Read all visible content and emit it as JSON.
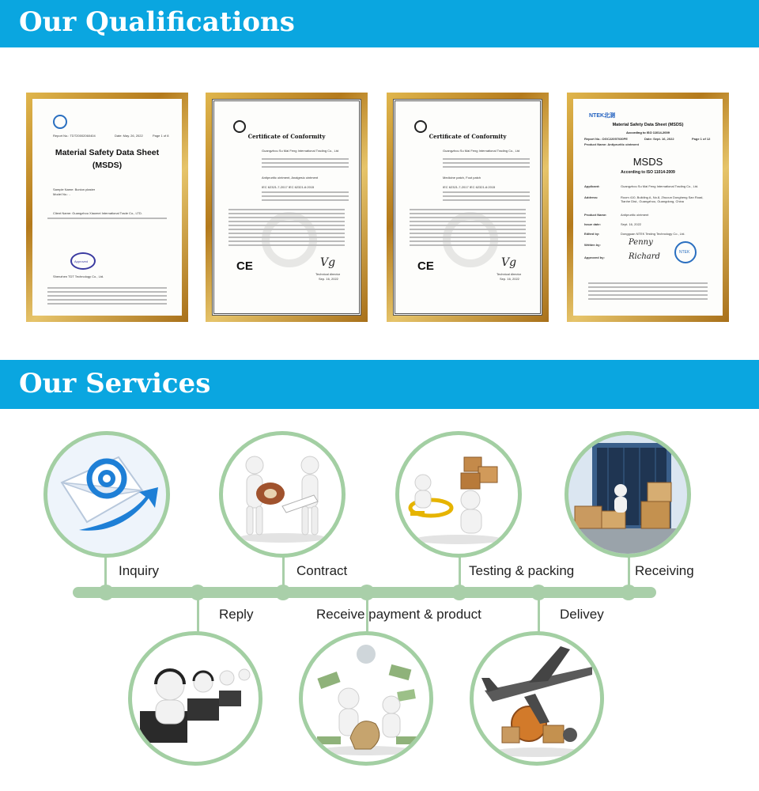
{
  "qualifications": {
    "title": "Our Qualifications",
    "certificates": [
      {
        "report_no": "Report No.: TDT20002060404",
        "date": "Date: May. 26, 2022",
        "page": "Page 1 of 8",
        "title_line1": "Material Safety Data Sheet",
        "title_line2": "(MSDS)",
        "sample_name": "Sample Name: Bunion plaster",
        "model_no": "Model No.: -",
        "client_name": "Client Name: Guangzhou Xiaomei International Trade Co., LTD.",
        "stamp_text": "Approved",
        "issuer": "Shenzhen TDT Technology Co., Ltd."
      },
      {
        "title": "Certificate of Conformity",
        "applicant": "Guangzhou Su Mai Feng International Trading Co., Ltd",
        "sample_name": "Antipruritic ointment, Analgesic ointment",
        "standards": "IEC 62321-7-2017   IEC 62321-6:2015",
        "signer": "Technical director",
        "date": "Sep. 16, 2022"
      },
      {
        "title": "Certificate of Conformity",
        "applicant": "Guangzhou Su Mai Feng International Trading Co., Ltd",
        "sample_name": "Medicine patch, Foot patch",
        "standards": "IEC 62321-7-2017   IEC 62321-6:2015",
        "signer": "Technical director",
        "date": "Sep. 16, 2022"
      },
      {
        "brand": "NTEK北测",
        "title": "Material Safety Data Sheet (MSDS)",
        "subtitle": "According to ISO 11014-2009",
        "report_no": "Report No.: DGC22097030PE",
        "date": "Date: Sept. 16, 2022",
        "page": "Page 1 of 12",
        "product_name": "Product Name: Antipruritic ointment",
        "big_title": "MSDS",
        "according": "According to ISO 11014-2009",
        "applicant_label": "Applicant:",
        "applicant": "Guangzhou Su Mai Feng International Trading Co., Ltd.",
        "address_label": "Address:",
        "address": "Room 410, Building A, No.8, Zhuoun Dongheng San Road, Tianhe Dist., Guangzhou, Guangdong, China",
        "product_label": "Product Name:",
        "product": "Antipruritic ointment",
        "issue_label": "Issue date:",
        "issue": "Sept. 16, 2022",
        "edited_label": "Edited by:",
        "edited": "Dongguan NTEK Testing Technology Co., Ltd.",
        "written_label": "Written by:",
        "approved_label": "Approved by:",
        "stamp_text": "NTEK"
      }
    ]
  },
  "services": {
    "title": "Our Services",
    "steps_top": [
      {
        "label": "Inquiry",
        "icon": "email-icon"
      },
      {
        "label": "Contract",
        "icon": "handshake-contract-icon"
      },
      {
        "label": "Testing & packing",
        "icon": "inspection-icon"
      },
      {
        "label": "Receiving",
        "icon": "container-icon"
      }
    ],
    "steps_bottom": [
      {
        "label": "Reply",
        "icon": "call-center-icon"
      },
      {
        "label": "Receive payment & product",
        "icon": "payment-icon"
      },
      {
        "label": "Delivey",
        "icon": "airplane-icon"
      }
    ],
    "colors": {
      "banner": "#0aa6e0",
      "timeline": "#a9cfa9",
      "circle_border": "#a3cfa3"
    }
  }
}
